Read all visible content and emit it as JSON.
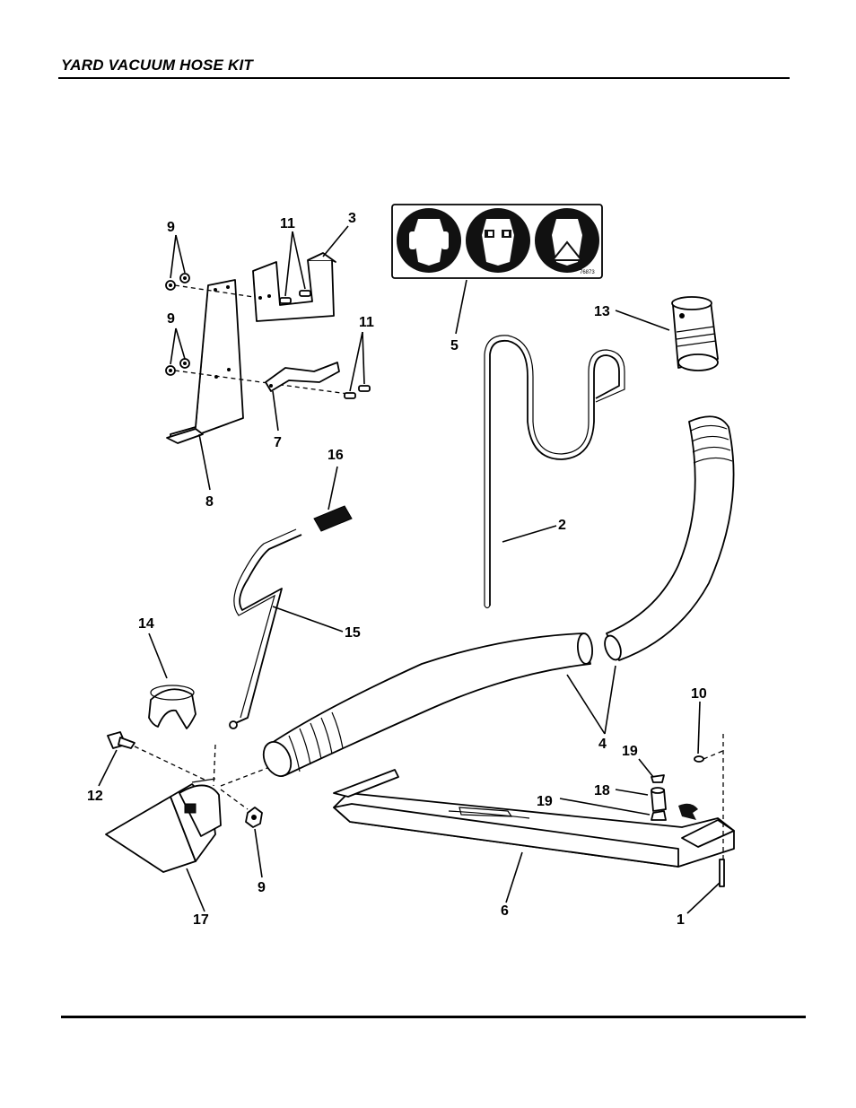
{
  "header": {
    "title": "YARD VACUUM HOSE KIT"
  },
  "callouts": {
    "c1": "1",
    "c2": "2",
    "c3": "3",
    "c4": "4",
    "c5": "5",
    "c6": "6",
    "c7": "7",
    "c8": "8",
    "c9a": "9",
    "c9b": "9",
    "c9c": "9",
    "c10": "10",
    "c11a": "11",
    "c11b": "11",
    "c12": "12",
    "c13": "13",
    "c14": "14",
    "c15": "15",
    "c16": "16",
    "c17": "17",
    "c18": "18",
    "c19a": "19",
    "c19b": "19"
  },
  "safety_decal": {
    "icons": [
      "ear-protection-icon",
      "eye-protection-icon",
      "respirator-mask-icon"
    ],
    "code": "76873"
  }
}
